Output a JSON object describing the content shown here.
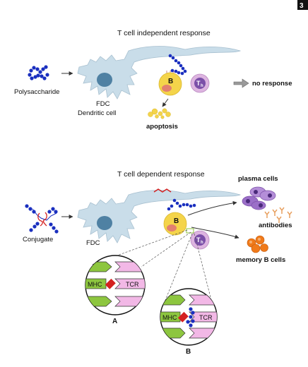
{
  "page_number": "3",
  "independent": {
    "title": "T cell independent response",
    "polysaccharide_label": "Polysaccharide",
    "fdc_label": "FDC",
    "dendritic_label": "Dendritic cell",
    "b_label": "B",
    "th_label": "T",
    "th_sub": "h",
    "outcome": "no response",
    "apoptosis": "apoptosis"
  },
  "dependent": {
    "title": "T cell dependent response",
    "conjugate_label": "Conjugate",
    "fdc_label": "FDC",
    "b_label": "B",
    "th_label": "T",
    "th_sub": "h",
    "plasma_cells": "plasma cells",
    "antibodies": "antibodies",
    "memory_b_cells": "memory B cells",
    "panel_a": {
      "mhc": "MHC",
      "tcr": "TCR",
      "label": "A"
    },
    "panel_b": {
      "mhc": "MHC",
      "tcr": "TCR",
      "label": "B"
    }
  },
  "colors": {
    "cell_blue": "#c9dde9",
    "nucleus": "#4f81a3",
    "b_cell": "#f4d44a",
    "b_nucleus": "#e2806f",
    "th_cell": "#ddb4e0",
    "th_nucleus": "#7b4fa8",
    "chain_blue": "#1a2fbf",
    "conjugate_red": "#d42020",
    "mhc_green": "#8dc63f",
    "tcr_pink": "#f2b8e6",
    "memory_orange": "#f07a1a",
    "antibody_orange": "#e8a060"
  }
}
